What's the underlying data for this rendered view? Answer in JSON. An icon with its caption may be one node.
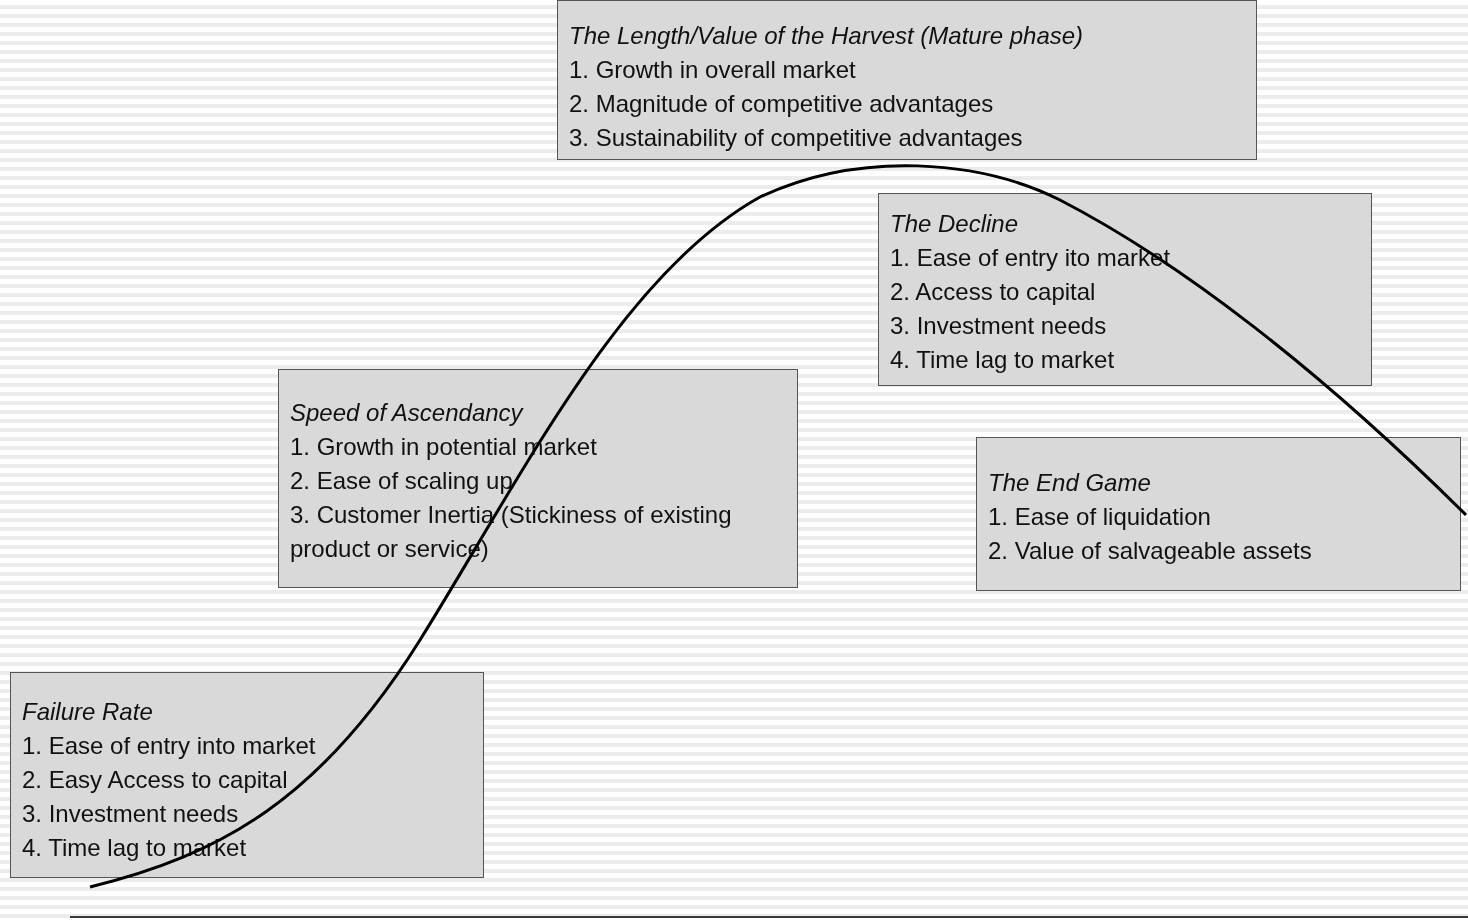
{
  "diagram": {
    "nodes": [
      {
        "text": [
          "The Length/Value of the Harvest (Mature phase)",
          "1. Growth in overall market",
          "2. Magnitude of competitive advantages",
          "3. Sustainability of competitive advantages"
        ]
      },
      {
        "text": [
          "The Decline",
          "1. Ease of entry ito market",
          "2. Access to capital",
          "3. Investment needs",
          "4. Time lag to market"
        ]
      },
      {
        "text": [
          "Speed of Ascendancy",
          "1. Growth in potential market",
          "2. Ease of scaling up",
          "3. Customer Inertia (Stickiness of existing product or service)"
        ]
      },
      {
        "text": [
          "The End Game",
          "1. Ease of liquidation",
          "2. Value of salvageable assets"
        ]
      },
      {
        "text": [
          "Failure Rate",
          "1. Ease of entry into market",
          "2. Easy Access to capital",
          "3. Investment needs",
          "4. Time lag to market"
        ]
      }
    ]
  }
}
